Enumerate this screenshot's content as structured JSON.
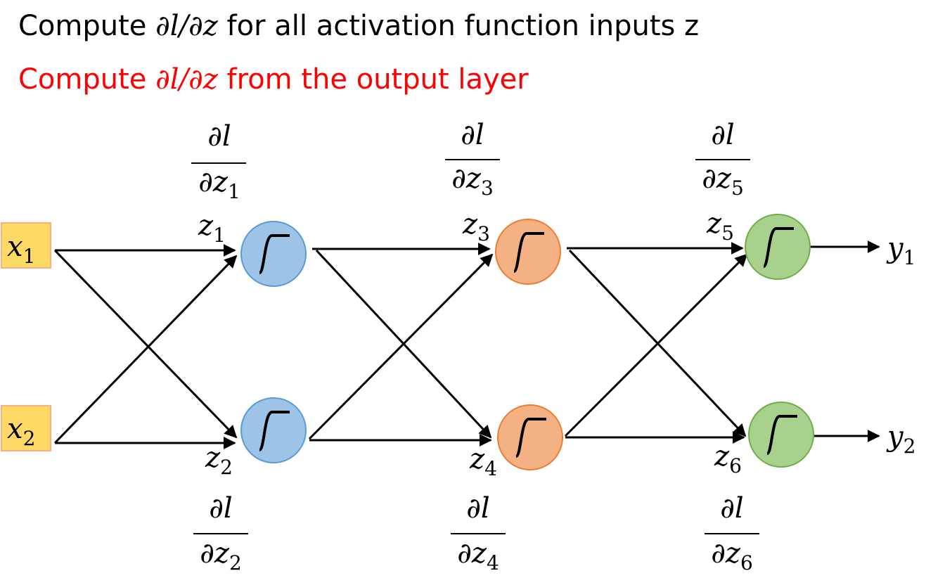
{
  "headings": {
    "line1": {
      "before": "Compute ",
      "math": "∂l/∂z",
      "after": " for all activation function inputs z"
    },
    "line2": {
      "before": "Compute ",
      "math": "∂l/∂z",
      "after": " from the output layer"
    }
  },
  "inputs": [
    {
      "var": "x",
      "sub": "1"
    },
    {
      "var": "x",
      "sub": "2"
    }
  ],
  "outputs": [
    {
      "var": "y",
      "sub": "1"
    },
    {
      "var": "y",
      "sub": "2"
    }
  ],
  "neurons": [
    {
      "z": "z",
      "sub": "1",
      "grad_num": "∂l",
      "grad_den": "∂z",
      "layer": 1
    },
    {
      "z": "z",
      "sub": "2",
      "grad_num": "∂l",
      "grad_den": "∂z",
      "layer": 1
    },
    {
      "z": "z",
      "sub": "3",
      "grad_num": "∂l",
      "grad_den": "∂z",
      "layer": 2
    },
    {
      "z": "z",
      "sub": "4",
      "grad_num": "∂l",
      "grad_den": "∂z",
      "layer": 2
    },
    {
      "z": "z",
      "sub": "5",
      "grad_num": "∂l",
      "grad_den": "∂z",
      "layer": 3
    },
    {
      "z": "z",
      "sub": "6",
      "grad_num": "∂l",
      "grad_den": "∂z",
      "layer": 3
    }
  ],
  "colors": {
    "heading_accent": "#ff0000",
    "input_fill": "#ffd966",
    "input_stroke": "#f4b183",
    "layer1_fill": "#9dc3e6",
    "layer1_stroke": "#5b9bd5",
    "layer2_fill": "#f4b183",
    "layer2_stroke": "#ed7d31",
    "layer3_fill": "#a9d18e",
    "layer3_stroke": "#70ad47"
  }
}
